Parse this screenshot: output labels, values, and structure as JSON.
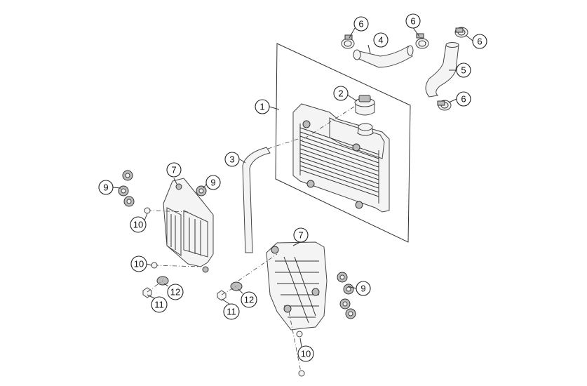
{
  "diagram": {
    "callouts": [
      {
        "id": "c1",
        "label": "1"
      },
      {
        "id": "c2",
        "label": "2"
      },
      {
        "id": "c3",
        "label": "3"
      },
      {
        "id": "c4",
        "label": "4"
      },
      {
        "id": "c5",
        "label": "5"
      },
      {
        "id": "c6a",
        "label": "6"
      },
      {
        "id": "c6b",
        "label": "6"
      },
      {
        "id": "c6c",
        "label": "6"
      },
      {
        "id": "c6d",
        "label": "6"
      },
      {
        "id": "c7a",
        "label": "7"
      },
      {
        "id": "c7b",
        "label": "7"
      },
      {
        "id": "c9a",
        "label": "9"
      },
      {
        "id": "c9b",
        "label": "9"
      },
      {
        "id": "c9c",
        "label": "9"
      },
      {
        "id": "c10a",
        "label": "10"
      },
      {
        "id": "c10b",
        "label": "10"
      },
      {
        "id": "c10c",
        "label": "10"
      },
      {
        "id": "c11a",
        "label": "11"
      },
      {
        "id": "c11b",
        "label": "11"
      },
      {
        "id": "c12a",
        "label": "12"
      },
      {
        "id": "c12b",
        "label": "12"
      }
    ]
  }
}
